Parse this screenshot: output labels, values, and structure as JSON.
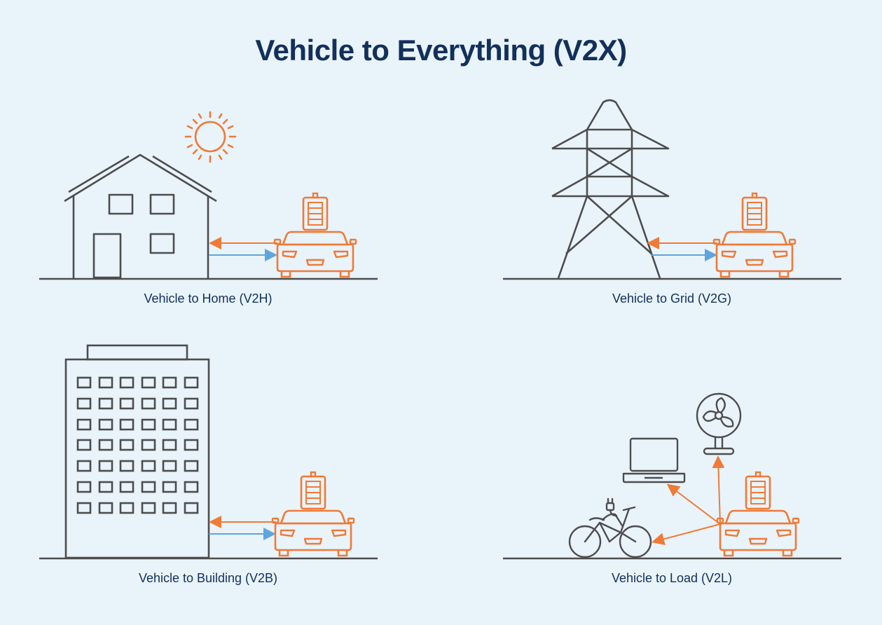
{
  "title": "Vehicle to Everything (V2X)",
  "panels": [
    {
      "id": "v2h",
      "caption": "Vehicle to Home (V2H)"
    },
    {
      "id": "v2g",
      "caption": "Vehicle to Grid (V2G)"
    },
    {
      "id": "v2b",
      "caption": "Vehicle to Building (V2B)"
    },
    {
      "id": "v2l",
      "caption": "Vehicle to Load (V2L)"
    }
  ],
  "colors": {
    "background": "#e9f3fa",
    "title": "#12305a",
    "line": "#4d4d4d",
    "vehicle": "#f07a36",
    "arrow_out": "#f07a36",
    "arrow_in": "#5fa5dd"
  }
}
